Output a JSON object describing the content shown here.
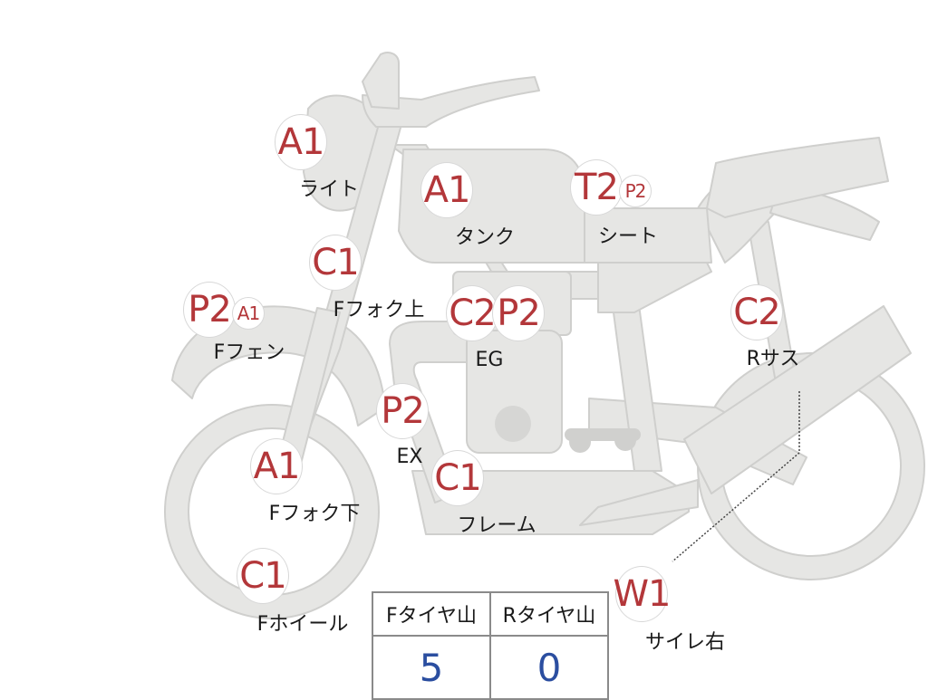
{
  "parts": [
    {
      "id": "light",
      "name": "ライト",
      "grades": [
        "A1"
      ]
    },
    {
      "id": "tank",
      "name": "タンク",
      "grades": [
        "A1"
      ]
    },
    {
      "id": "seat",
      "name": "シート",
      "grades": [
        "T2",
        "P2"
      ]
    },
    {
      "id": "ffork-upper",
      "name": "Fフォク上",
      "grades": [
        "C1"
      ]
    },
    {
      "id": "ffender",
      "name": "Fフェン",
      "grades": [
        "P2",
        "A1"
      ]
    },
    {
      "id": "engine",
      "name": "EG",
      "grades": [
        "C2",
        "P2"
      ]
    },
    {
      "id": "rsus",
      "name": "Rサス",
      "grades": [
        "C2"
      ]
    },
    {
      "id": "exhaust",
      "name": "EX",
      "grades": [
        "P2"
      ]
    },
    {
      "id": "ffork-lower",
      "name": "Fフォク下",
      "grades": [
        "A1"
      ]
    },
    {
      "id": "frame",
      "name": "フレーム",
      "grades": [
        "C1"
      ]
    },
    {
      "id": "fwheel",
      "name": "Fホイール",
      "grades": [
        "C1"
      ]
    },
    {
      "id": "silencer-right",
      "name": "サイレ右",
      "grades": [
        "W1"
      ]
    }
  ],
  "tires": {
    "front_label": "Fタイヤ山",
    "rear_label": "Rタイヤ山",
    "front_value": "5",
    "rear_value": "0"
  },
  "colors": {
    "body_fill": "#e6e6e4",
    "body_stroke": "#cfcfcd",
    "grade_text": "#b3373a",
    "tire_value_text": "#2b4ea0"
  }
}
